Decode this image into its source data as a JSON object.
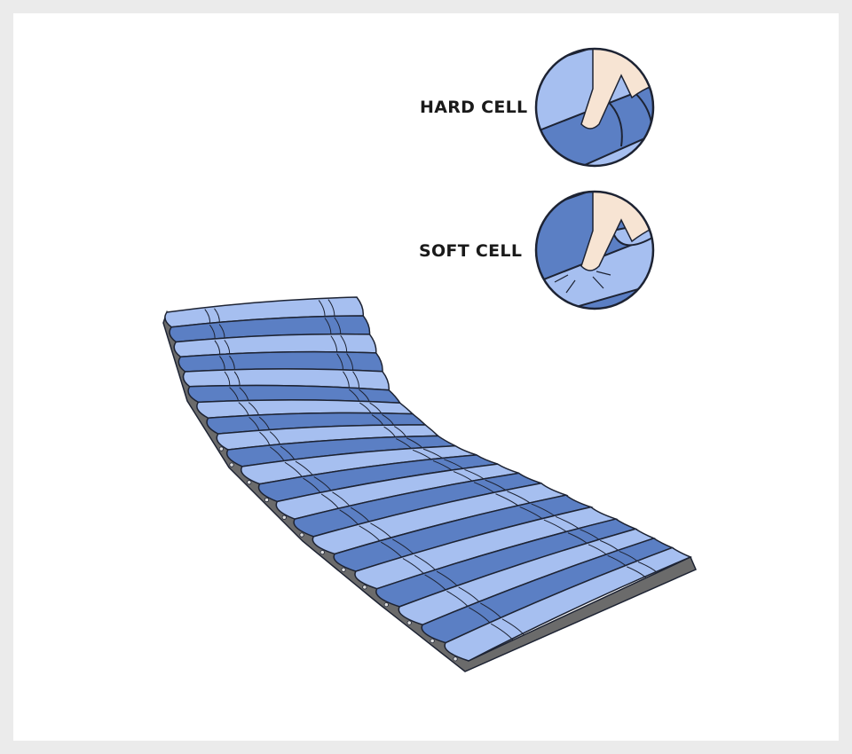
{
  "labels": {
    "hard_cell": "HARD CELL",
    "soft_cell": "SOFT CELL"
  },
  "colors": {
    "cell_dark": "#5b7fc4",
    "cell_light": "#a6bff0",
    "outline": "#1d2333",
    "base": "#6b6b6b",
    "finger": "#f7e4d3",
    "frame": "#ebebeb"
  },
  "icons": [
    "hard-cell-finger-press-icon",
    "soft-cell-finger-press-icon",
    "air-mattress-illustration"
  ]
}
